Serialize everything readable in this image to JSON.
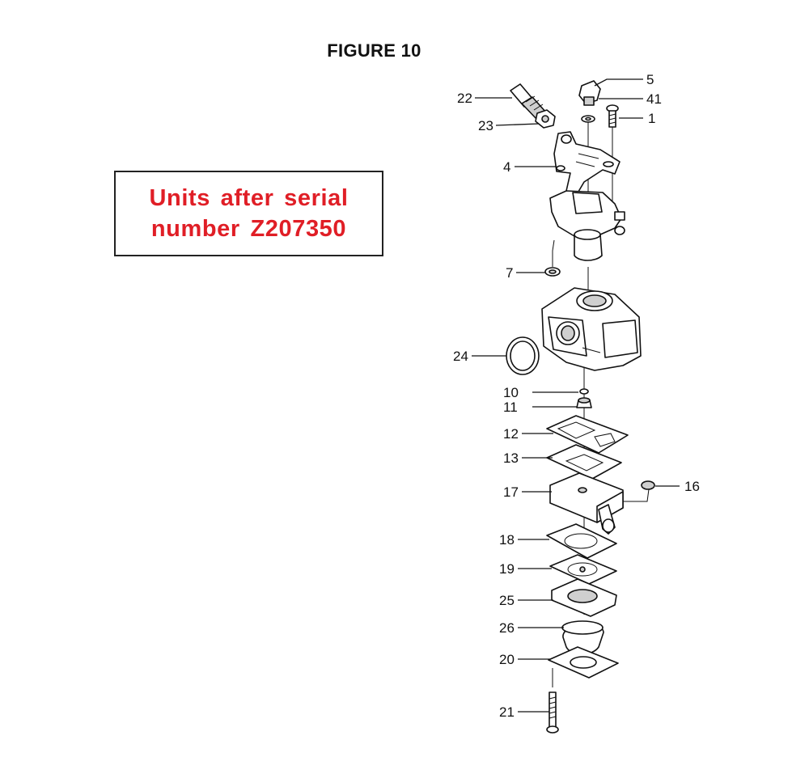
{
  "figure_title": "FIGURE 10",
  "note": {
    "line1": "Units after serial",
    "line2": "number  Z207350",
    "color": "#e01e26"
  },
  "callouts": {
    "c1": "1",
    "c4": "4",
    "c5": "5",
    "c7": "7",
    "c10": "10",
    "c11": "11",
    "c12": "12",
    "c13": "13",
    "c16": "16",
    "c17": "17",
    "c18": "18",
    "c19": "19",
    "c20": "20",
    "c21": "21",
    "c22": "22",
    "c23": "23",
    "c24": "24",
    "c25": "25",
    "c26": "26",
    "c41": "41"
  }
}
